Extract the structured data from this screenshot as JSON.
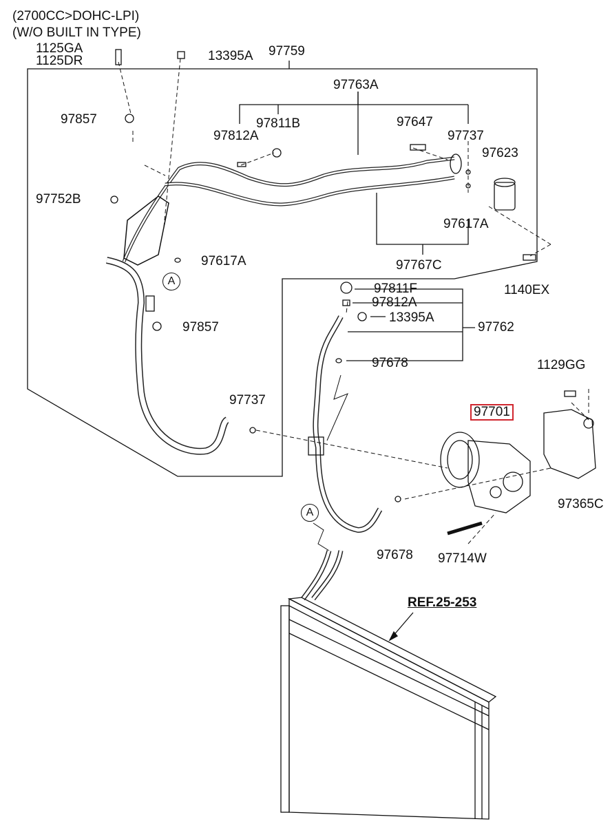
{
  "header": {
    "line1": "(2700CC>DOHC-LPI)",
    "line2": "(W/O BUILT IN TYPE)"
  },
  "highlight_color": "#d0262e",
  "labels": {
    "p1125GA": "1125GA",
    "p1125DR": "1125DR",
    "p13395A_top": "13395A",
    "p97759": "97759",
    "p97763A": "97763A",
    "p97857_top": "97857",
    "p97811B": "97811B",
    "p97812A_top": "97812A",
    "p97647": "97647",
    "p97737_top": "97737",
    "p97623": "97623",
    "p97752B": "97752B",
    "p97617A_right": "97617A",
    "p97617A_left": "97617A",
    "p97767C": "97767C",
    "p1140EX": "1140EX",
    "p97811F": "97811F",
    "p97812A_mid": "97812A",
    "p13395A_mid": "13395A",
    "p97762": "97762",
    "p97857_mid": "97857",
    "p97678_top": "97678",
    "p1129GG": "1129GG",
    "p97737_mid": "97737",
    "p97701": "97701",
    "p97365C": "97365C",
    "p97678_bottom": "97678",
    "p97714W": "97714W",
    "ref": "REF.25-253",
    "circle_a_top": "A",
    "circle_a_bottom": "A"
  }
}
